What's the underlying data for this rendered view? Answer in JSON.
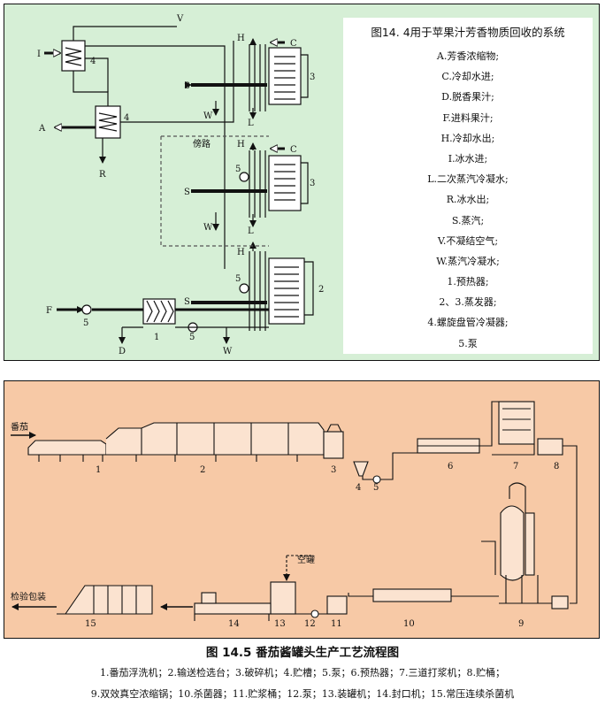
{
  "figure1": {
    "title": "图14. 4用于苹果汁芳香物质回收的系统",
    "legend": [
      "A.芳香浓缩物;",
      "C.冷却水进;",
      "D.脱香果汁;",
      "F.进料果汁;",
      "H.冷却水出;",
      "I.冰水进;",
      "L.二次蒸汽冷凝水;",
      "R.冰水出;",
      "S.蒸汽;",
      "V.不凝结空气;",
      "W.蒸汽冷凝水;",
      "1.预热器;",
      "2、3.蒸发器;",
      "4.螺旋盘管冷凝器;",
      "5.泵"
    ],
    "labels": {
      "V": "V",
      "I": "I",
      "A": "A",
      "R": "R",
      "F": "F",
      "D": "D",
      "H": "H",
      "C": "C",
      "S": "S",
      "W": "W",
      "L": "L",
      "n1": "1",
      "n2": "2",
      "n3": "3",
      "n4": "4",
      "n5": "5",
      "bypass": "傍路"
    }
  },
  "figure2": {
    "labels": {
      "input": "番茄",
      "output": "检验包装",
      "empty_can": "空罐",
      "n1": "1",
      "n2": "2",
      "n3": "3",
      "n4": "4",
      "n5": "5",
      "n6": "6",
      "n7": "7",
      "n8": "8",
      "n9": "9",
      "n10": "10",
      "n11": "11",
      "n12": "12",
      "n13": "13",
      "n14": "14",
      "n15": "15"
    },
    "caption": "图 14.5 番茄酱罐头生产工艺流程图",
    "caption_line1": "1.番茄浮洗机；2.输送检选台；3.破碎机；4.贮槽；5.泵；6.预热器；7.三道打浆机；8.贮桶；",
    "caption_line2": "9.双效真空浓缩锅；10.杀菌器；11.贮浆桶；12.泵；13.装罐机；14.封口机；15.常压连续杀菌机"
  },
  "colors": {
    "fig1_background": "#d6efd6",
    "fig2_background": "#f7c9a6",
    "line": "#111111",
    "dashed": "#555555"
  }
}
